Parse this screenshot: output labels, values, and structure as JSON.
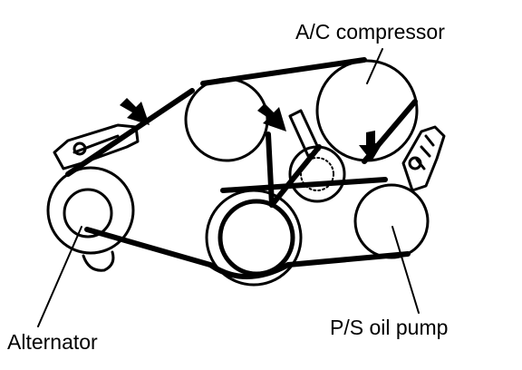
{
  "labels": {
    "ac_compressor": "A/C compressor",
    "alternator": "Alternator",
    "ps_pump": "P/S oil pump"
  },
  "colors": {
    "ink": "#000000",
    "paper": "#ffffff"
  },
  "icons": [
    "arrow-down-right-icon"
  ]
}
